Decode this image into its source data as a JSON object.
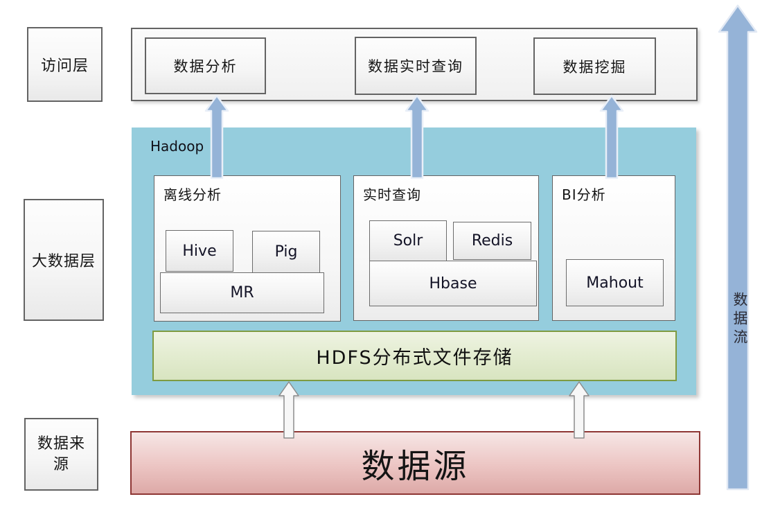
{
  "left_labels": {
    "access": "访问层",
    "bigdata": "大数据层",
    "source": "数据来源"
  },
  "access_row": {
    "boxes": [
      {
        "label": "数据分析"
      },
      {
        "label": "数据实时查询"
      },
      {
        "label": "数据挖掘"
      }
    ]
  },
  "hadoop": {
    "title": "Hadoop",
    "groups": [
      {
        "title": "离线分析",
        "items": [
          "Hive",
          "Pig",
          "MR"
        ]
      },
      {
        "title": "实时查询",
        "items": [
          "Solr",
          "Redis",
          "Hbase"
        ]
      },
      {
        "title": "BI分析",
        "items": [
          "Mahout"
        ]
      }
    ],
    "hdfs_label": "HDFS分布式文件存储"
  },
  "datasource": {
    "label": "数据源"
  },
  "flow_arrow": {
    "label": "数据流"
  },
  "colors": {
    "hadoop_container": "#95cddd",
    "arrow_blue": "#95b3d7",
    "arrow_blue_outline": "#e6edf7",
    "hdfs_fill_top": "#eef3e2",
    "hdfs_fill_bottom": "#d8e4c0",
    "hdfs_border": "#7e9b41",
    "datasource_fill_top": "#f6e6e5",
    "datasource_fill_bottom": "#dda9a7",
    "datasource_border": "#8e3634",
    "box_border_gray": "#636363"
  }
}
